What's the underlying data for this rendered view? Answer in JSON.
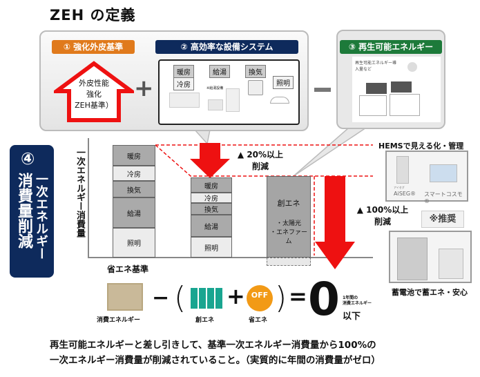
{
  "title": "ZEH の定義",
  "pillar1": {
    "label": "① 強化外皮基準",
    "house_text": [
      "外皮性能",
      "強化",
      "ZEH基準）"
    ],
    "color": "#e07a1c"
  },
  "pillar2": {
    "label": "② 高効率な設備システム",
    "color": "#0e2a5c",
    "tags": [
      "暖房",
      "給湯",
      "換気",
      "冷房",
      "照明"
    ],
    "note": "※給湯設備"
  },
  "pillar3": {
    "label": "③ 再生可能エネルギー",
    "color": "#1d7a3a",
    "note": "再生可能エネルギー導入量など"
  },
  "pillar4": {
    "number": "④",
    "label_line1": "一次エネルギー",
    "label_line2": "消費量削減"
  },
  "y_axis_label": "一次エネルギー消費量",
  "bar1": {
    "label": "省エネ基準",
    "segments": [
      "暖房",
      "冷房",
      "換気",
      "給湯",
      "照明"
    ]
  },
  "bar2": {
    "segments": [
      "暖房",
      "冷房",
      "換気",
      "給湯",
      "照明"
    ]
  },
  "bar3": {
    "title": "創エネ",
    "items": [
      "・太陽光",
      "・エネファーム"
    ]
  },
  "reduction1": {
    "line1": "▲ 20%以上",
    "line2": "削減"
  },
  "reduction2": {
    "line1": "▲ 100%以上",
    "line2": "削減"
  },
  "hems": {
    "title": "HEMSで見える化・管理",
    "products": [
      "AiSEG®",
      "スマートコスモ®"
    ],
    "ruby": "アイセグ"
  },
  "recommended": "※推奨",
  "battery": "蓄電池で蓄エネ・安心",
  "equation": {
    "consumption": "消費エネルギー",
    "minus": "−",
    "lparen": "(",
    "create": "創エネ",
    "plus": "+",
    "off": "OFF",
    "save": "省エネ",
    "rparen": ")",
    "equals": "=",
    "zero": "0",
    "small1": "1年間の",
    "small2": "消費エネルギー",
    "below": "以下"
  },
  "footer": [
    "再生可能エネルギーと差し引きして、基準一次エネルギー消費量から100%の",
    "一次エネルギー消費量が削減されていること。（実質的に年間の消費量がゼロ）"
  ],
  "colors": {
    "red": "#ee1111",
    "navy": "#0e2a5c",
    "orange": "#e07a1c",
    "green": "#1d7a3a"
  }
}
